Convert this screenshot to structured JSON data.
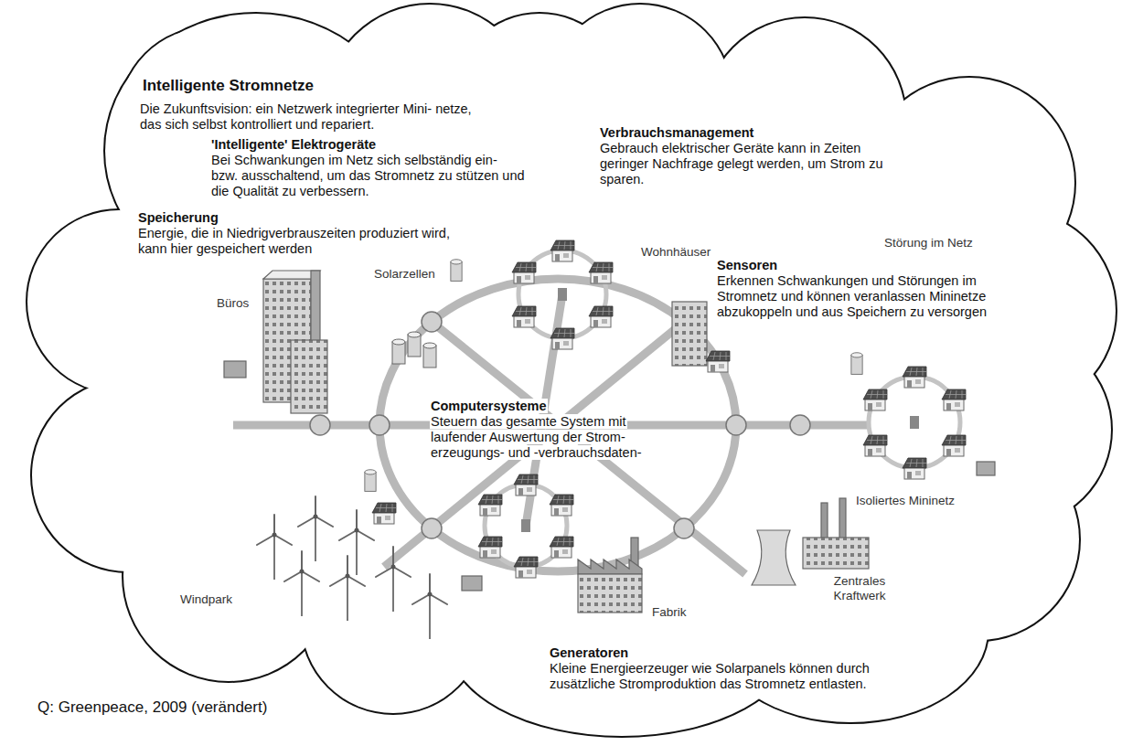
{
  "diagram": {
    "title": "Intelligente Stromnetze",
    "caption": "Q: Greenpeace, 2009 (verändert)",
    "labels": [
      "Die Zukunftsvision: ein Netzwerk integrierter Mini- netze, das sich selbst kontrolliert und repariert.",
      "'Intelligente' Elektrogeräte",
      "Bei Schwankungen im Netz sich selbständig ein- bzw. ausschaltend, um das Stromnetz zu stützen und die Qualität zu verbessern.",
      "Verbrauchsmanagement",
      "Gebrauch elektrischer Geräte kann in Zeiten geringer Nachfrage gelegt werden, um Strom zu sparen.",
      "Speicherung",
      "Energie, die in Niedrigverbrauszeiten produziert wird, kann hier gespeichert werden",
      "Wohnhäuser",
      "Solarzellen",
      "Büros",
      "Sensoren",
      "Erkennen Schwankungen und Störungen im Stromnetz und können veranlassen Mininetze abzukoppeln und aus Speichern zu versorgen",
      "Störung im Netz",
      "Computersysteme",
      "Steuern das gesamte System mit laufender Auswertung der Strom- erzeugungs- und -verbrauchsdaten-",
      "Isoliertes Mininetz",
      "Windpark",
      "Zentrales Kraftwerk",
      "Fabrik",
      "Generatoren",
      "Kleine Energieerzeuger wie Solarpanels können durch zusätzliche Stromproduktion das Stromnetz entlasten."
    ]
  }
}
